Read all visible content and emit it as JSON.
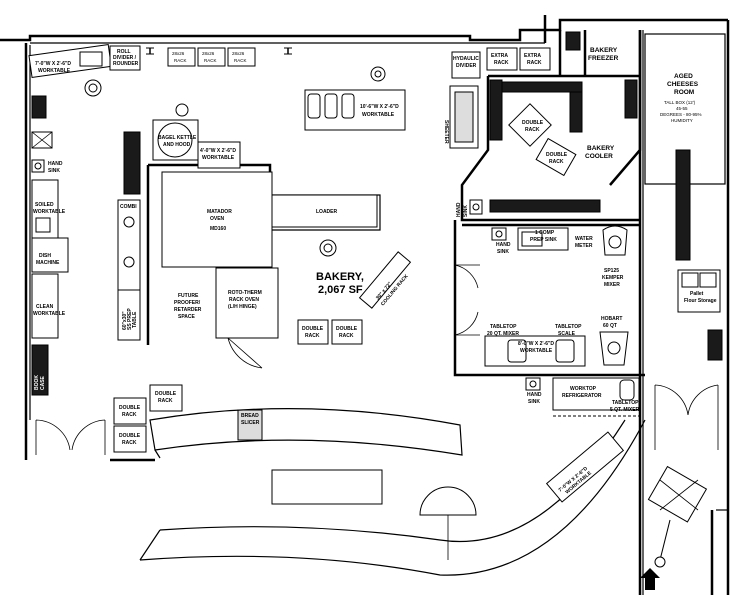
{
  "plan": {
    "room_name": "BAKERY,",
    "room_area": "2,067 SF",
    "labels": {
      "worktable_top_left": "7'-0\"W X 2'-6\"D",
      "worktable_top_left_2": "WORKTABLE",
      "roll_divider": "ROLL",
      "roll_divider_2": "DIVIDER /",
      "roll_divider_3": "ROUNDER",
      "rack_1": "28x26",
      "rack_1b": "RACK",
      "rack_2": "28x26",
      "rack_2b": "RACK",
      "rack_3": "28x26",
      "rack_3b": "RACK",
      "hydraulic_divider": "HYDAULIC",
      "hydraulic_divider_2": "DIVIDER",
      "extra_rack_1": "EXTRA",
      "extra_rack_1b": "RACK",
      "extra_rack_2": "EXTRA",
      "extra_rack_2b": "RACK",
      "bakery_freezer": "BAKERY",
      "bakery_freezer_2": "FREEZER",
      "aged_cheeses": "AGED",
      "aged_cheeses_2": "CHEESES",
      "aged_cheeses_3": "ROOM",
      "tall_box": "TALL BOX (12')",
      "tall_box_2": "45-55",
      "tall_box_3": "DEGREES - 80-95%",
      "tall_box_4": "HUMIDITY",
      "worktable_center": "10'-6\"W X 2'-6\"D",
      "worktable_center_2": "WORKTABLE",
      "sheeter": "SHEETER",
      "bagel_kettle": "BAGEL KETTLE",
      "bagel_kettle_2": "AND HOOD",
      "worktable_4ft": "4'-0\"W X 2'-6\"D",
      "worktable_4ft_2": "WORKTABLE",
      "double_rack_cooler_1": "DOUBLE",
      "double_rack_cooler_1b": "RACK",
      "double_rack_cooler_2": "DOUBLE",
      "double_rack_cooler_2b": "RACK",
      "bakery_cooler": "BAKERY",
      "bakery_cooler_2": "COOLER",
      "hand_sink_left": "HAND",
      "hand_sink_left_2": "SINK",
      "soiled_worktable": "SOILED",
      "soiled_worktable_2": "WORKTABLE",
      "dish_machine": "DISH",
      "dish_machine_2": "MACHINE",
      "clean_worktable": "CLEAN",
      "clean_worktable_2": "WORKTABLE",
      "combi": "COMBI",
      "prep_table": "60\"x30\"",
      "prep_table_2": "SS PREP",
      "prep_table_3": "TABLE",
      "matador_oven": "MATADOR",
      "matador_oven_2": "OVEN",
      "matador_oven_3": "MD160",
      "loader": "LOADER",
      "future_proofer": "FUTURE",
      "future_proofer_2": "PROOFER/",
      "future_proofer_3": "RETARDER",
      "future_proofer_4": "SPACE",
      "rack_oven": "ROTO-THERM",
      "rack_oven_2": "RACK OVEN",
      "rack_oven_3": "(L/H HINGE)",
      "cooling_rack": "30\" x 72\"",
      "cooling_rack_2": "COOLING RACK",
      "double_rack_mid_1": "DOUBLE",
      "double_rack_mid_1b": "RACK",
      "double_rack_mid_2": "DOUBLE",
      "double_rack_mid_2b": "RACK",
      "hand_sink_cooler": "HAND",
      "hand_sink_cooler_2": "SINK",
      "hand_sink_mid": "HAND",
      "hand_sink_mid_2": "SINK",
      "one_comp_sink": "1 COMP",
      "one_comp_sink_2": "PREP SINK",
      "water_meter": "WATER",
      "water_meter_2": "METER",
      "kemper_mixer": "SP125",
      "kemper_mixer_2": "KEMPER",
      "kemper_mixer_3": "MIXER",
      "pallet_storage": "Pallet",
      "pallet_storage_2": "Flour Storage",
      "tabletop_mixer": "TABLETOP",
      "tabletop_mixer_2": "20 QT. MIXER",
      "tabletop_scale": "TABLETOP",
      "tabletop_scale_2": "SCALE",
      "hobart": "HOBART",
      "hobart_2": "60 QT",
      "worktable_right": "8'-0\"W X 2'-6\"D",
      "worktable_right_2": "WORKTABLE",
      "hand_sink_bottom": "HAND",
      "hand_sink_bottom_2": "SINK",
      "worktop_refrigerator": "WORKTOP",
      "worktop_refrigerator_2": "REFRIGERATOR",
      "tabletop_5qt": "TABLETOP",
      "tabletop_5qt_2": "5 QT. MIXER",
      "double_rack_bl_1": "DOUBLE",
      "double_rack_bl_1b": "RACK",
      "double_rack_bl_2": "DOUBLE",
      "double_rack_bl_2b": "RACK",
      "double_rack_bl_3": "DOUBLE",
      "double_rack_bl_3b": "RACK",
      "bread_slicer": "BREAD",
      "bread_slicer_2": "SLICER",
      "worktable_counter": "7'-0\"W X 2'-6\"D",
      "worktable_counter_2": "WORKTABLE",
      "bookcase": "BOOK",
      "bookcase_2": "CASE"
    }
  }
}
